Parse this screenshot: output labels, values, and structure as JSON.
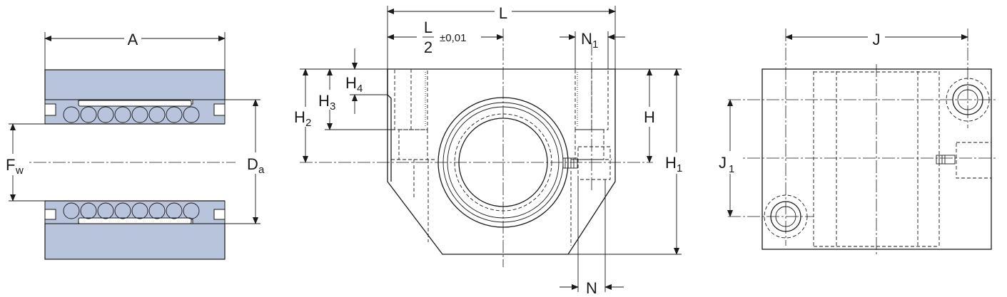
{
  "colors": {
    "line": "#1a1a1a",
    "housing_fill": "#b8c3dc",
    "background": "#ffffff"
  },
  "left_view": {
    "dim_A": "A",
    "dim_Fw_main": "F",
    "dim_Fw_sub": "w",
    "dim_Da_main": "D",
    "dim_Da_sub": "a"
  },
  "middle_view": {
    "dim_L": "L",
    "dim_L2_num": "L",
    "dim_L2_den": "2",
    "dim_L2_tol": "±0,01",
    "dim_N1_main": "N",
    "dim_N1_sub": "1",
    "dim_H4_main": "H",
    "dim_H4_sub": "4",
    "dim_H3_main": "H",
    "dim_H3_sub": "3",
    "dim_H2_main": "H",
    "dim_H2_sub": "2",
    "dim_H": "H",
    "dim_H1_main": "H",
    "dim_H1_sub": "1",
    "dim_N": "N"
  },
  "right_view": {
    "dim_J": "J",
    "dim_J1_main": "J",
    "dim_J1_sub": "1"
  }
}
